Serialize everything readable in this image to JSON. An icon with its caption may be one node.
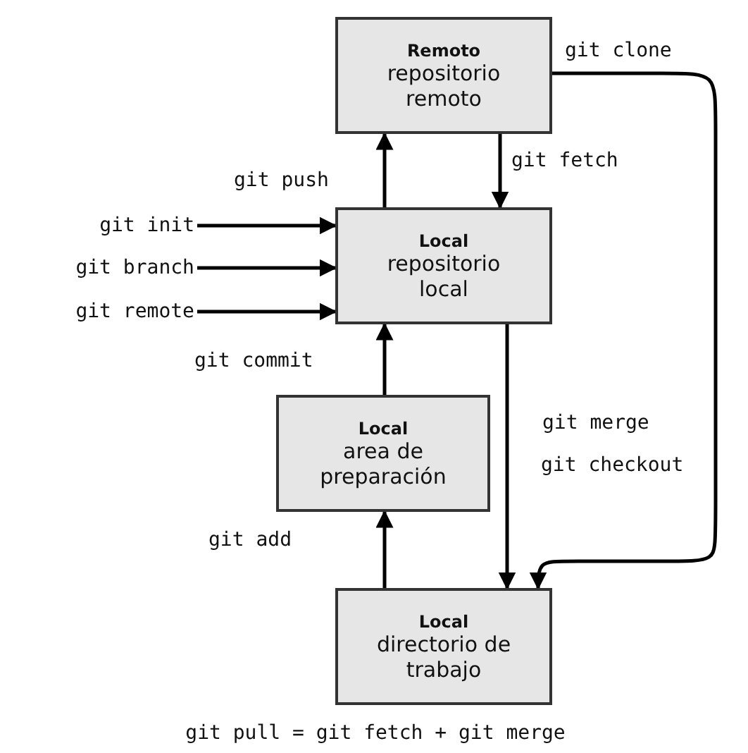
{
  "diagram": {
    "caption": "git pull = git fetch + git merge",
    "nodes": [
      {
        "text": [
          "Remoto",
          "repositorio remoto"
        ]
      },
      {
        "text": [
          "Local",
          "repositorio local"
        ]
      },
      {
        "text": [
          "Local",
          "area de preparación"
        ]
      },
      {
        "text": [
          "Local",
          "directorio de trabajo"
        ]
      },
      {
        "text": [
          "git init"
        ]
      },
      {
        "text": [
          "git branch"
        ]
      },
      {
        "text": [
          "git remote"
        ]
      }
    ],
    "edges": [
      {
        "from": 4,
        "to": 1,
        "arrow": "to"
      },
      {
        "from": 5,
        "to": 1,
        "arrow": "to"
      },
      {
        "from": 6,
        "to": 1,
        "arrow": "to"
      },
      {
        "from": 1,
        "to": 0,
        "arrow": "to",
        "label": "git push"
      },
      {
        "from": 0,
        "to": 1,
        "arrow": "to",
        "label": "git fetch"
      },
      {
        "from": 2,
        "to": 1,
        "arrow": "to",
        "label": "git commit"
      },
      {
        "from": 3,
        "to": 2,
        "arrow": "to",
        "label": "git add"
      },
      {
        "from": 0,
        "to": 3,
        "arrow": "to",
        "label": "git clone"
      },
      {
        "from": 1,
        "to": 3,
        "arrow": "to",
        "label": "git merge"
      }
    ],
    "labels": [
      "git checkout"
    ]
  }
}
